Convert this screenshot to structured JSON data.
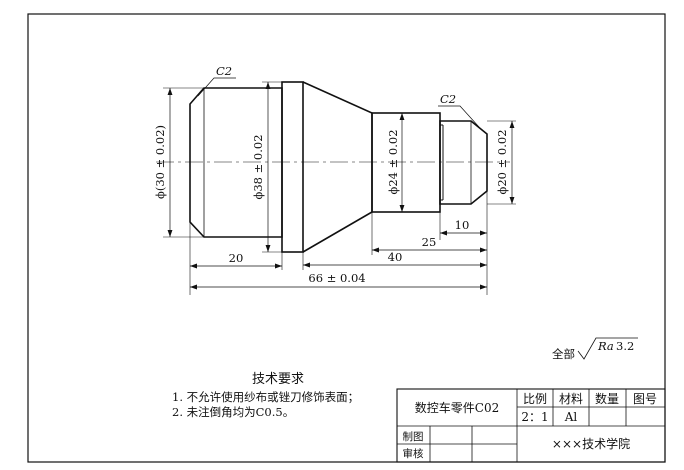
{
  "drawing": {
    "chamfer_left": "C2",
    "chamfer_right": "C2",
    "dims": {
      "d30": "ϕ(30 ± 0.02)",
      "d38": "ϕ38 ± 0.02",
      "d24": "ϕ24 ± 0.02",
      "d20": "ϕ20 ± 0.02",
      "l10": "10",
      "l25": "25",
      "l40": "40",
      "l20": "20",
      "l66": "66 ± 0.04"
    },
    "roughness": {
      "prefix": "全部",
      "symbol": "Ra",
      "value": "3.2"
    }
  },
  "requirements": {
    "title": "技术要求",
    "line1": "1. 不允许使用纱布或锉刀修饰表面；",
    "line2": "2. 未注倒角均为C0.5。"
  },
  "title_block": {
    "part_name": "数控车零件C02",
    "h_scale": "比例",
    "h_material": "材料",
    "h_qty": "数量",
    "h_drawing_no": "图号",
    "scale": "2：1",
    "material": "Al",
    "qty": "",
    "drawing_no": "",
    "drawn_by": "制图",
    "checked_by": "审核",
    "school": "×××技术学院"
  }
}
